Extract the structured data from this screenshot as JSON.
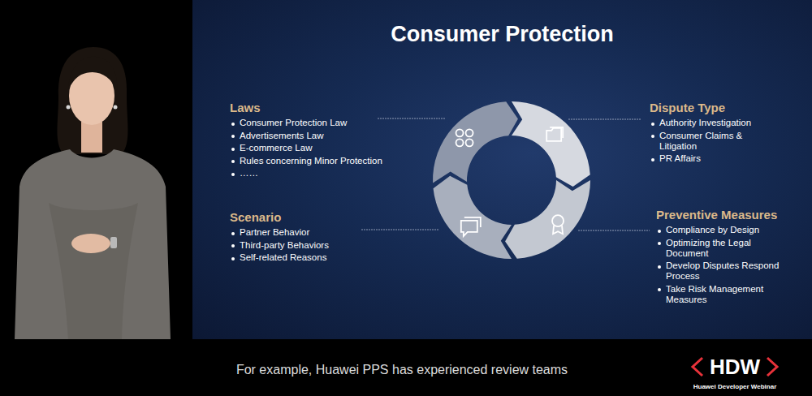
{
  "diagram": {
    "title": "Consumer Protection",
    "caption": "For example, Huawei PPS has experienced review teams",
    "labels": [
      "Laws",
      "Consumer Protection Law",
      "Advertisements Law",
      "E-commerce Law",
      "Rules concerning Minor Protection",
      "……",
      "Dispute Type",
      "Authority Investigation",
      "Consumer Claims & Litigation",
      "PR Affairs",
      "Scenario",
      "Partner Behavior",
      "Third-party Behaviors",
      "Self-related Reasons",
      "Preventive Measures",
      "Compliance by Design",
      "Optimizing the Legal Document",
      "Develop Disputes Respond Process",
      "Take Risk Management Measures",
      "HDW",
      "Huawei Developer Webinar"
    ]
  }
}
